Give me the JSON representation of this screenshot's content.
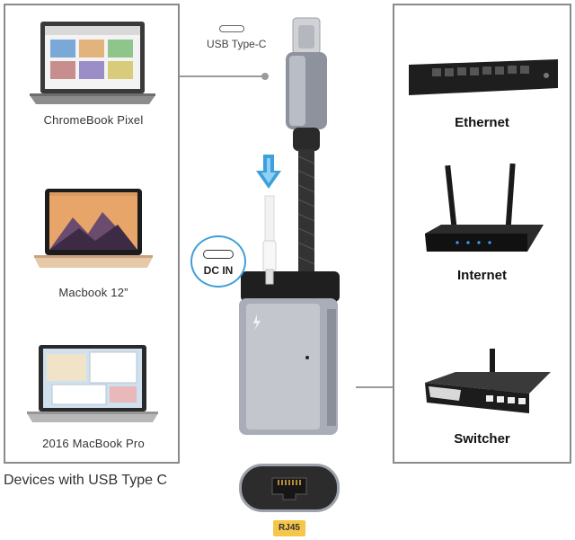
{
  "devices": [
    {
      "label": "ChromeBook Pixel"
    },
    {
      "label": "Macbook 12”"
    },
    {
      "label": "2016 MacBook Pro"
    }
  ],
  "network": [
    {
      "label": "Ethernet"
    },
    {
      "label": "Internet"
    },
    {
      "label": "Switcher"
    }
  ],
  "caption": "Devices with USB Type C",
  "usb_type_c_label": "USB Type-C",
  "dc_in_label": "DC IN",
  "rj45_label": "RJ45",
  "colors": {
    "accent_blue": "#3d9fdc",
    "badge_yellow": "#f6c64a",
    "adapter_grey": "#a9adb7"
  }
}
